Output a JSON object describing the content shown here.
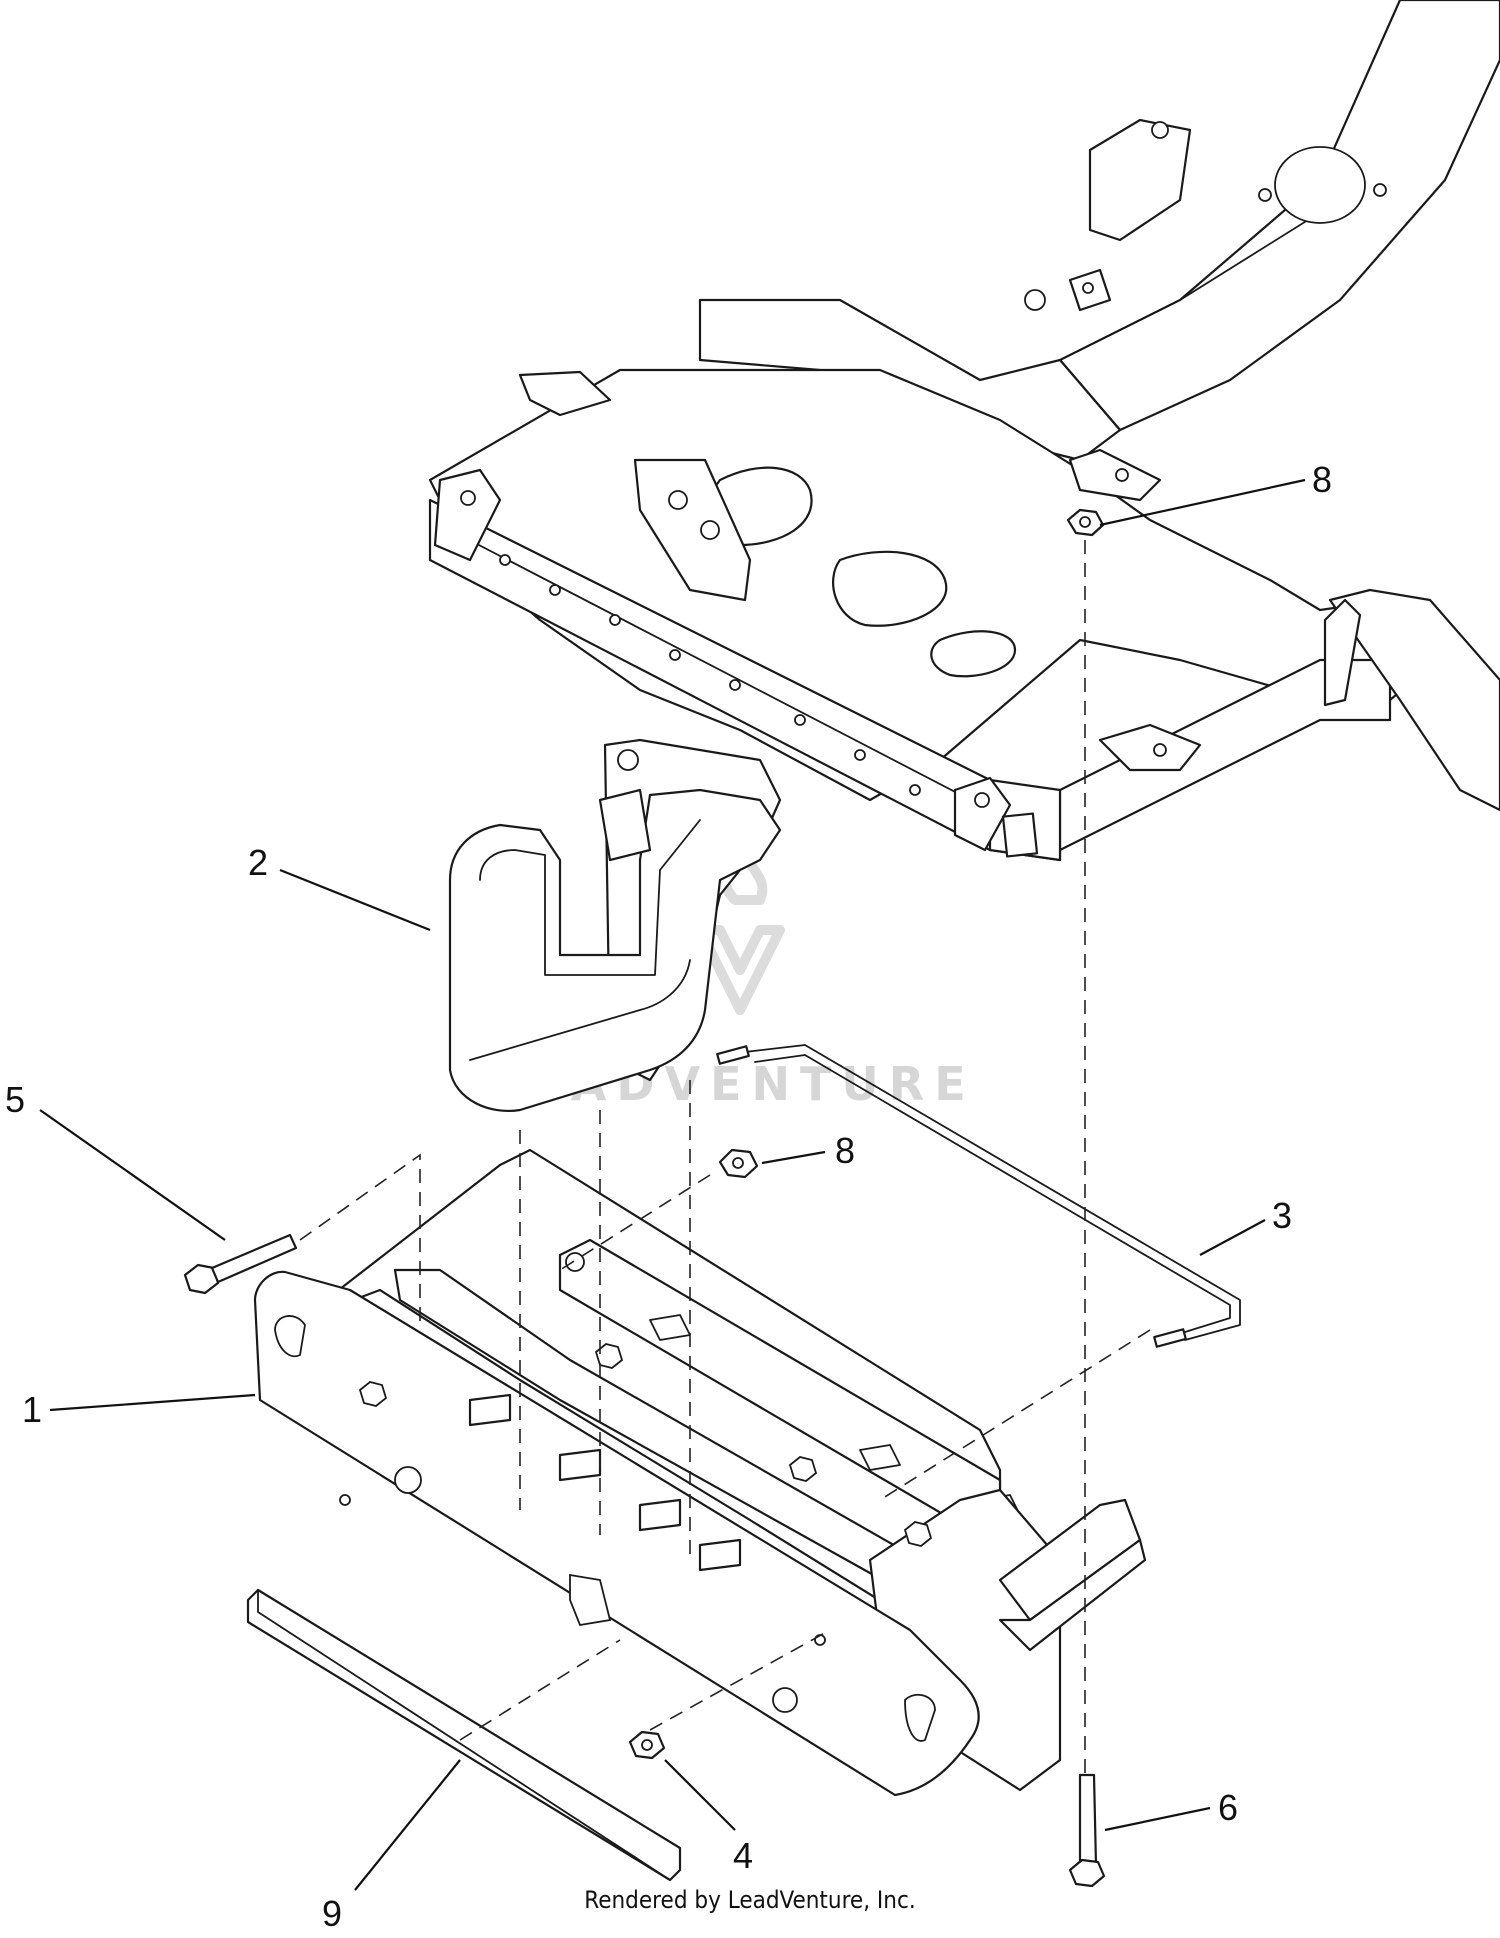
{
  "diagram": {
    "callouts": [
      {
        "id": "c8a",
        "label": "8"
      },
      {
        "id": "c2",
        "label": "2"
      },
      {
        "id": "c5",
        "label": "5"
      },
      {
        "id": "c8b",
        "label": "8"
      },
      {
        "id": "c3",
        "label": "3"
      },
      {
        "id": "c1",
        "label": "1"
      },
      {
        "id": "c6",
        "label": "6"
      },
      {
        "id": "c4",
        "label": "4"
      },
      {
        "id": "c9",
        "label": "9"
      }
    ],
    "watermark": "LEADVENTURE",
    "footer": "Rendered by LeadVenture, Inc."
  },
  "colors": {
    "line": "#1a1a1a",
    "watermark": "#d6d6d6",
    "background": "#ffffff"
  }
}
